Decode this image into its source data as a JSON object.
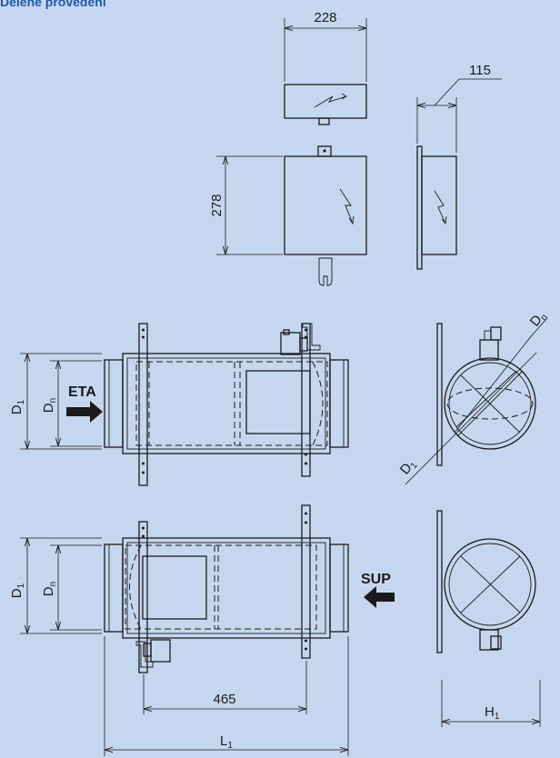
{
  "header": {
    "title": "Dělené provedení"
  },
  "box": {
    "width": "228",
    "depth": "115",
    "height": "278"
  },
  "unit_top": {
    "label_d1": "D",
    "label_d1_sub": "1",
    "label_dn": "D",
    "label_dn_sub": "n",
    "flow": "ETA"
  },
  "unit_bottom": {
    "label_d1": "D",
    "label_d1_sub": "1",
    "label_dn": "D",
    "label_dn_sub": "n",
    "flow": "SUP"
  },
  "circle": {
    "label_dn": "D",
    "label_dn_sub": "n",
    "label_d1": "D",
    "label_d1_sub": "1"
  },
  "bottom_dims": {
    "length": "465",
    "l1": "L",
    "l1_sub": "1",
    "h1": "H",
    "h1_sub": "1"
  },
  "colors": {
    "background": "#c5d7ee",
    "title": "#1f5ba8",
    "line": "#1b1b1b"
  }
}
